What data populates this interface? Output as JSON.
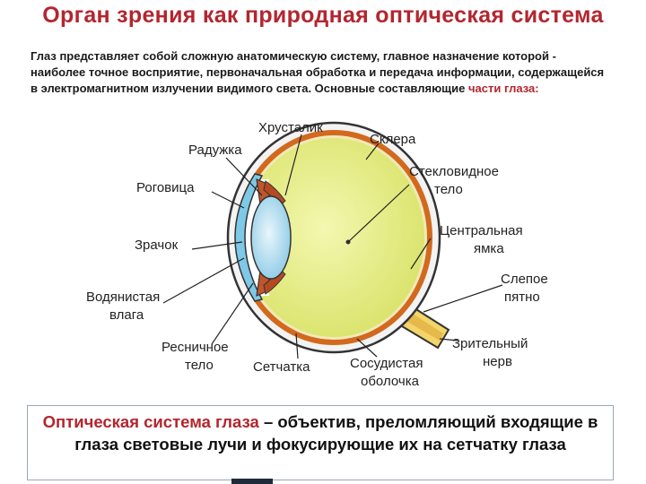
{
  "header": {
    "title": "Орган зрения как природная оптическая система"
  },
  "intro": {
    "text": "Глаз представляет собой сложную анатомическую систему, главное назначение которой - наиболее точное восприятие, первоначальная обработка и передача информации, содержащейся в электромагнитном излучении видимого света. Основные составляющие ",
    "highlight": "части глаза:"
  },
  "diagram": {
    "labels": {
      "lens": "Хрусталик",
      "iris": "Радужка",
      "sclera": "Склера",
      "cornea": "Роговица",
      "vitreous_1": "Стекловидное",
      "vitreous_2": "тело",
      "pupil": "Зрачок",
      "fovea_1": "Центральная",
      "fovea_2": "ямка",
      "aqueous_1": "Водянистая",
      "aqueous_2": "влага",
      "blind_1": "Слепое",
      "blind_2": "пятно",
      "ciliary_1": "Ресничное",
      "ciliary_2": "тело",
      "retina": "Сетчатка",
      "choroid_1": "Сосудистая",
      "choroid_2": "оболочка",
      "optic_1": "Зрительный",
      "optic_2": "нерв"
    },
    "colors": {
      "vitreous": "#e8ee8a",
      "choroid": "#d2691e",
      "sclera": "#f2f2f2",
      "cornea": "#7ec8e8",
      "lens": "#bfe4f4",
      "title": "#b3262f"
    }
  },
  "footer": {
    "highlight": "Оптическая система глаза",
    "text": " – объектив, преломляющий входящие в глаза световые лучи и фокусирующие их на сетчатку глаза"
  }
}
